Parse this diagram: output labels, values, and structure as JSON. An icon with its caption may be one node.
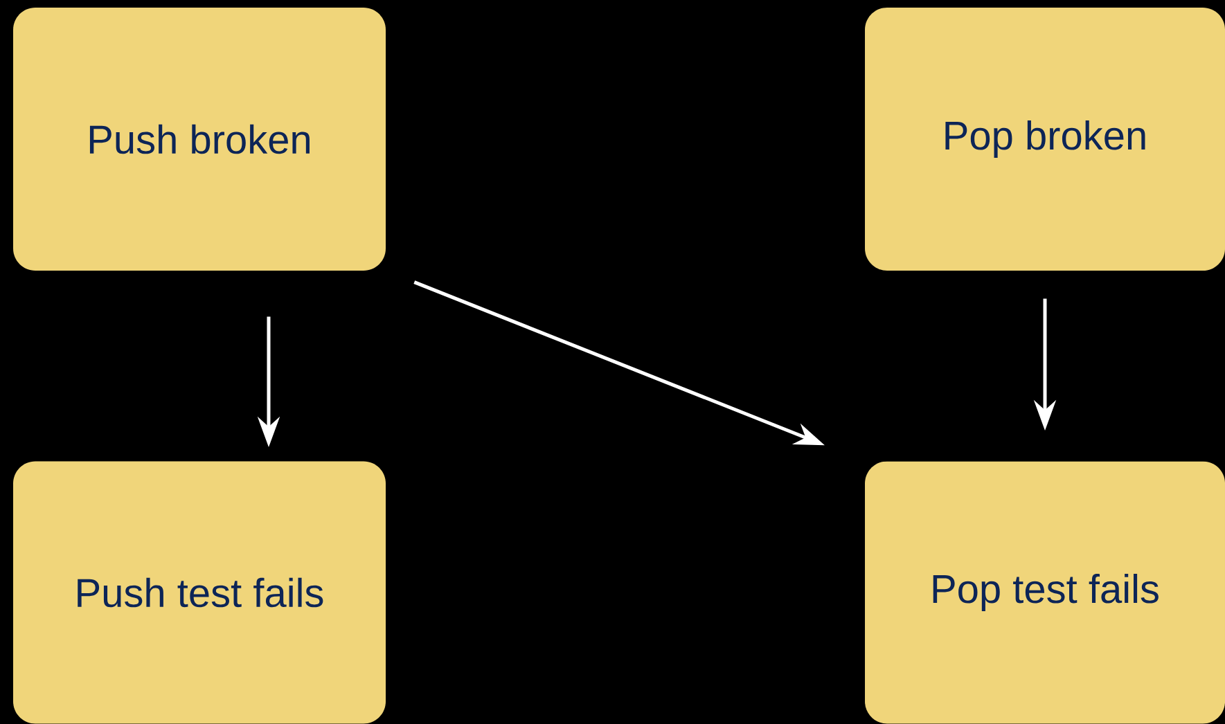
{
  "diagram": {
    "nodes": [
      {
        "text": [
          "Push broken"
        ]
      },
      {
        "text": [
          "Pop broken"
        ]
      },
      {
        "text": [
          "Push test fails"
        ]
      },
      {
        "text": [
          "Pop test fails"
        ]
      }
    ],
    "edges": [
      {
        "from": 0,
        "to": 2,
        "arrow": "to"
      },
      {
        "from": 0,
        "to": 3,
        "arrow": "to"
      },
      {
        "from": 1,
        "to": 3,
        "arrow": "to"
      }
    ]
  }
}
